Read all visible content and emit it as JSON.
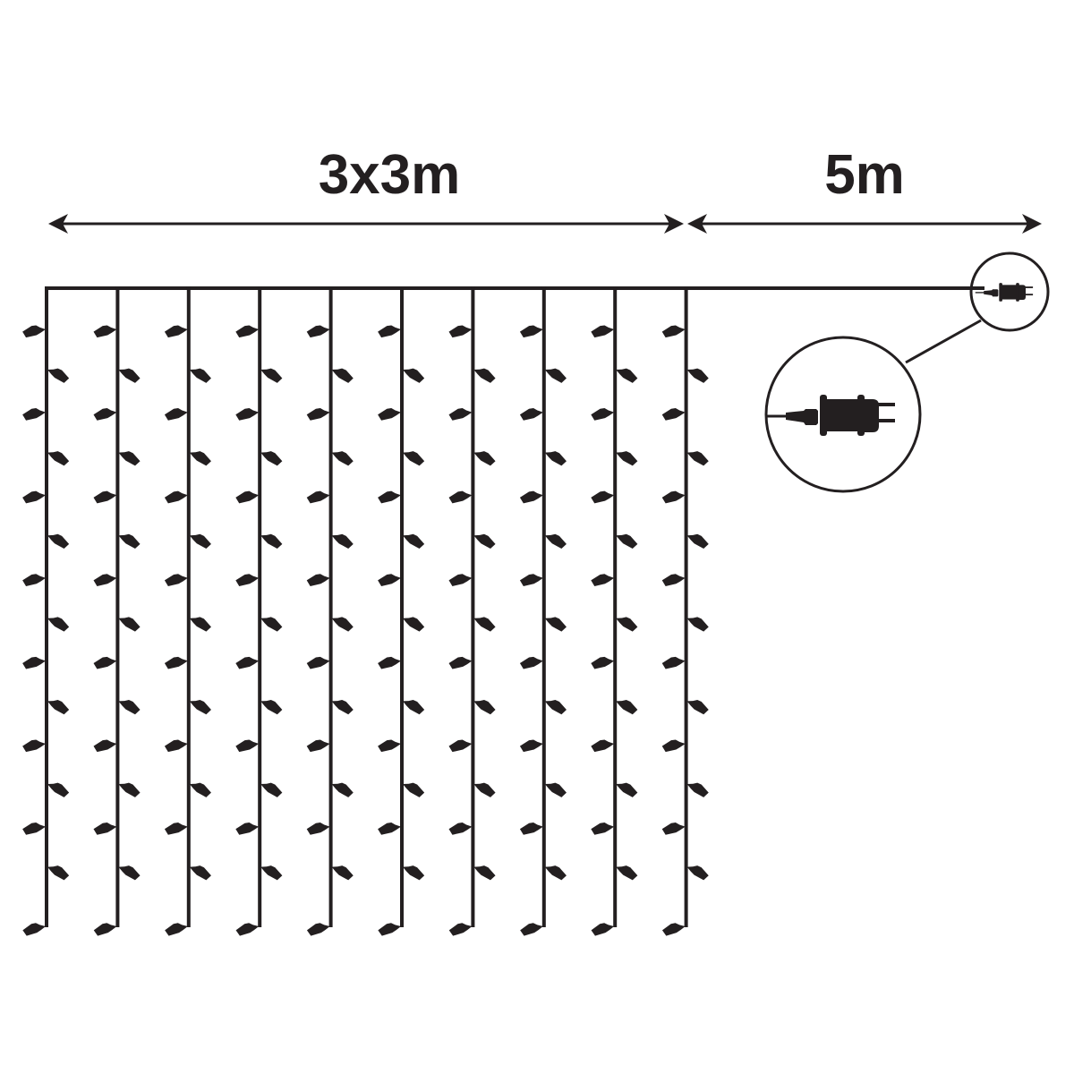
{
  "dimensions": {
    "curtain_label": "3x3m",
    "lead_cable_label": "5m"
  },
  "curtain": {
    "strand_count": 10,
    "bulbs_left_per_strand": 8,
    "bulbs_right_per_strand": 7
  },
  "colors": {
    "ink": "#231f20",
    "background": "#ffffff"
  },
  "icons": [
    "plug-icon",
    "magnifier-callout"
  ]
}
